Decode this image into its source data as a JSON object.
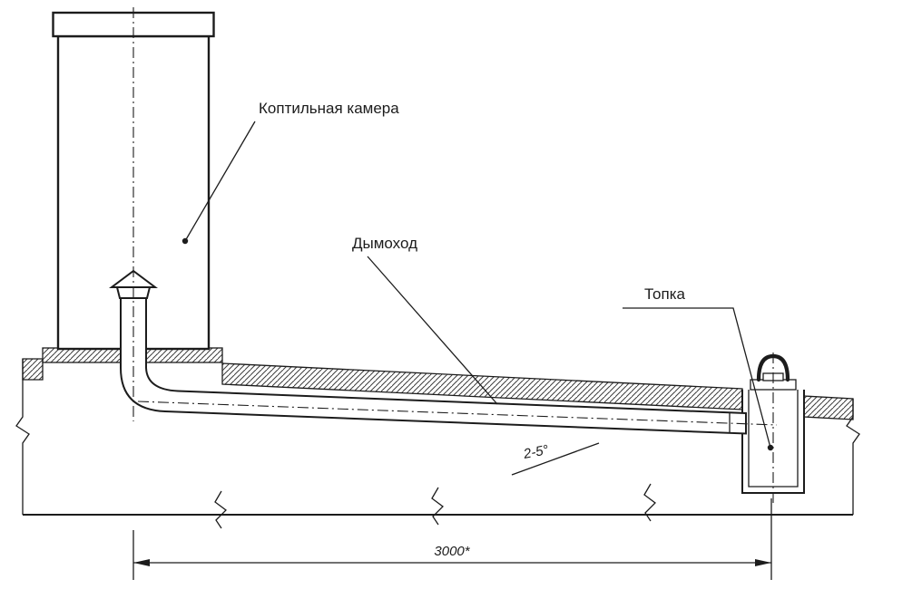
{
  "labels": {
    "smoking_chamber": "Коптильная камера",
    "chimney": "Дымоход",
    "firebox": "Топка",
    "slope_angle": "2-5°",
    "length_dimension": "3000*"
  },
  "colors": {
    "line": "#1c1c1c",
    "background": "#ffffff",
    "hatch": "#3c3c3c"
  }
}
